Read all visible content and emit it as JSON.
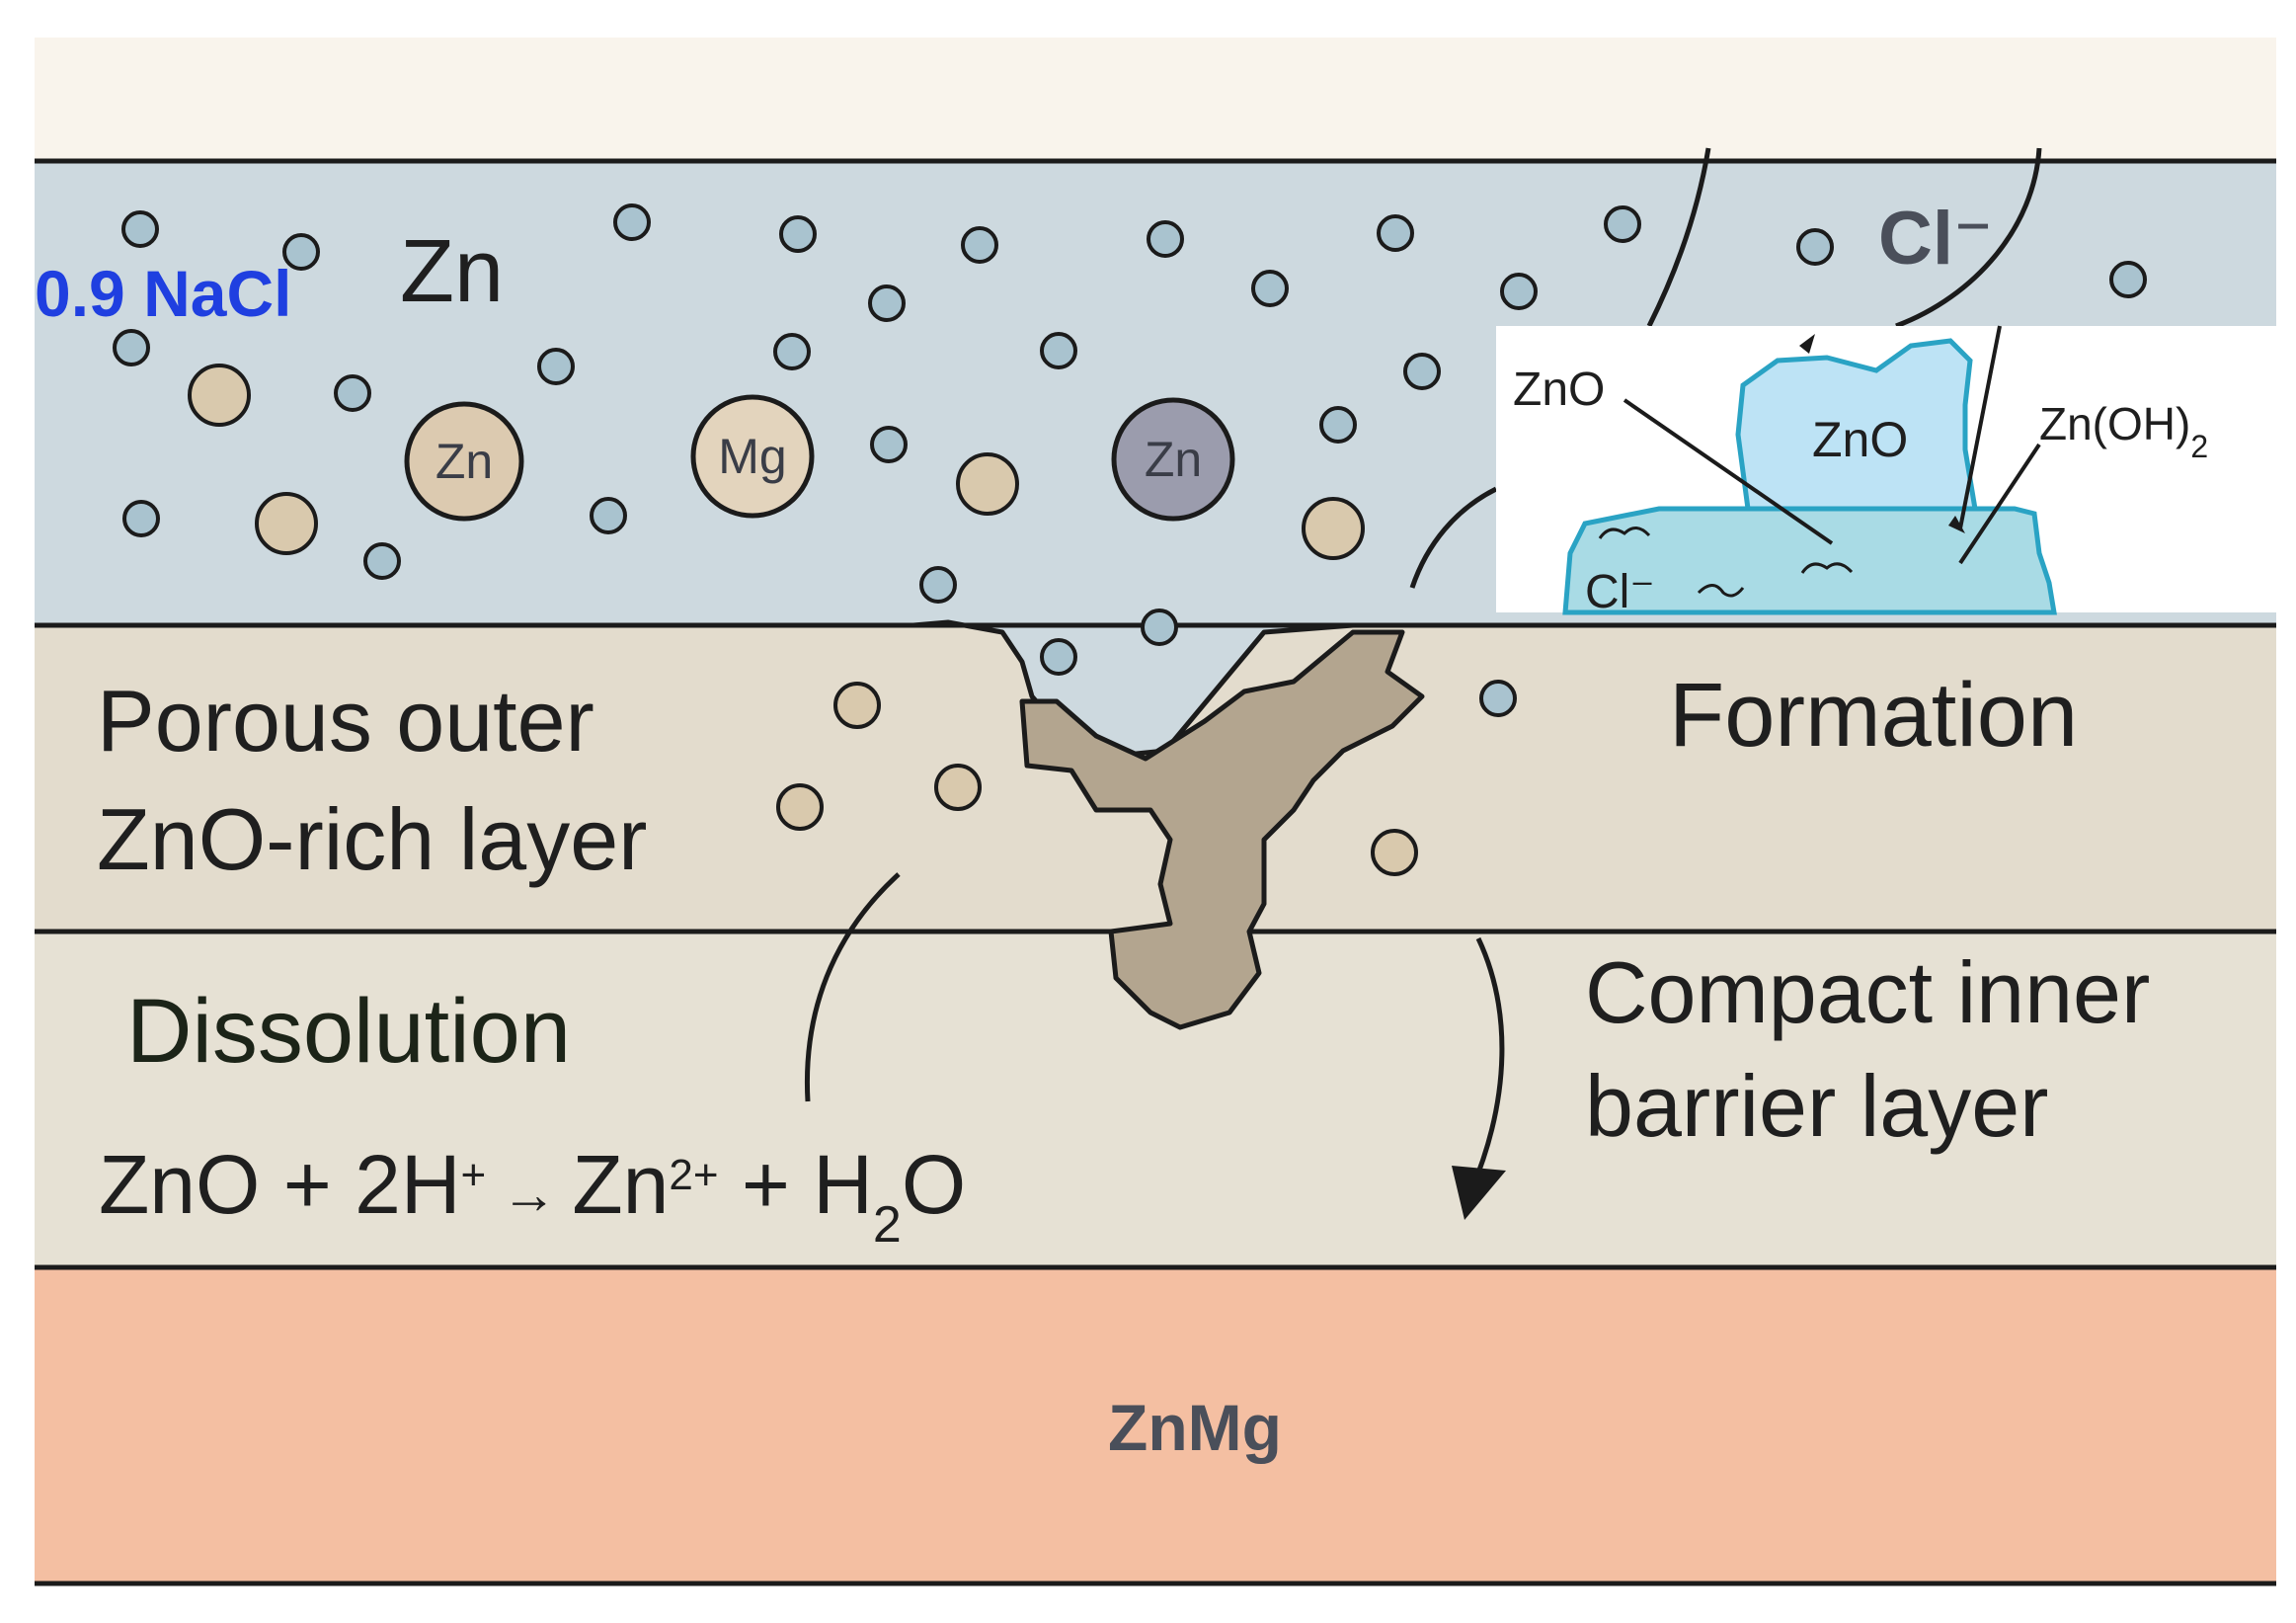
{
  "electrolyte": {
    "label": "0.9 NaCl",
    "label_color": "#1f3fe0"
  },
  "top_layer": {
    "label": "Zn",
    "ion_label": "Cl⁻"
  },
  "particles": [
    {
      "label": "Zn"
    },
    {
      "label": "Mg"
    },
    {
      "label": "Zn"
    }
  ],
  "inset": {
    "labels": {
      "zno_left": "ZnO",
      "zno_center": "ZnO",
      "zn_oh2": "Zn(OH)",
      "zn_oh2_sub": "2",
      "cl": "Cl⁻"
    },
    "colors": {
      "deposit_top": "#bde3f5",
      "deposit_base": "#a9dbe5",
      "outline": "#2aa3c4"
    }
  },
  "outer_layer": {
    "line1": "Porous outer",
    "line2": "ZnO-rich layer",
    "process": "Formation"
  },
  "inner_layer": {
    "process": "Dissolution",
    "equation": {
      "a": "ZnO",
      "b": " + 2H",
      "b_sup": "+",
      "arrow": " → ",
      "c": "Zn",
      "c_sup": "2+",
      "d": " + H",
      "d_sub": "2",
      "e": "O"
    },
    "line1": "Compact inner",
    "line2": "barrier layer"
  },
  "substrate": {
    "label": "ZnMg",
    "color": "#f4bfa2"
  },
  "colors": {
    "electrolyte": "#cdd9df",
    "outer_layer": "#e3dccd",
    "inner_layer": "#e6e1d4",
    "pit_product": "#b3a58f"
  }
}
